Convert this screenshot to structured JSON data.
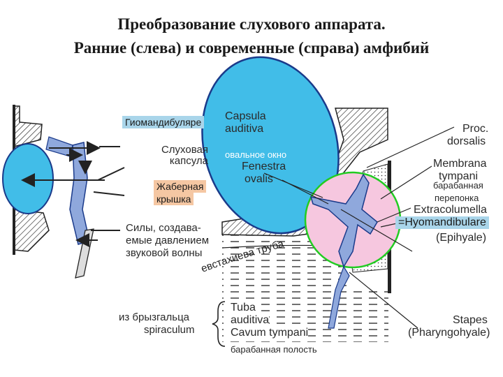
{
  "title": {
    "line1": "Преобразование слухового аппарата.",
    "line2": "Ранние (слева) и современные (справа) амфибий"
  },
  "left_labels": {
    "hyomandibular": "Гиомандибуляре",
    "auditory_capsule_1": "Слуховая",
    "auditory_capsule_2": "капсула",
    "gill_cover_1": "Жаберная",
    "gill_cover_2": "крышка",
    "forces_1": "Силы,  создава-",
    "forces_2": "емые давлением",
    "forces_3": "звуковой  волны"
  },
  "center_labels": {
    "capsula_1": "Capsula",
    "capsula_2": "auditiva",
    "oval_window_ru": "овальное окно",
    "fenestra_1": "Fenestra",
    "fenestra_2": "ovalis",
    "eustachian_tube_ru": "евстахиева труба",
    "spiraculum_1": "из брызгальца",
    "spiraculum_2": "spiraculum",
    "tuba_1": "Tuba",
    "tuba_2": "auditiva",
    "cavum": "Cavum tympani",
    "tympanic_cavity_ru": "барабанная полость"
  },
  "right_labels": {
    "proc_1": "Proc.",
    "proc_2": "dorsalis",
    "membrana_1": "Membrana",
    "membrana_2": "tympani",
    "eardrum_1": "барабанная",
    "eardrum_2": "перепонка",
    "extracolumella": "Extracolumella",
    "hyomandibulare": "=Hyomandibulare",
    "epihyale": "(Epihyale)",
    "stapes": "Stapes",
    "pharyngohyale": "(Pharyngohyale)"
  },
  "colors": {
    "blue_highlight": "#41bde8",
    "pink_highlight": "#f6c7df",
    "green_outline": "#22cc22",
    "bone_blue": "#8fa8dc",
    "tag_blue": "#a9d5ea",
    "tag_peach": "#f5c7a3"
  }
}
